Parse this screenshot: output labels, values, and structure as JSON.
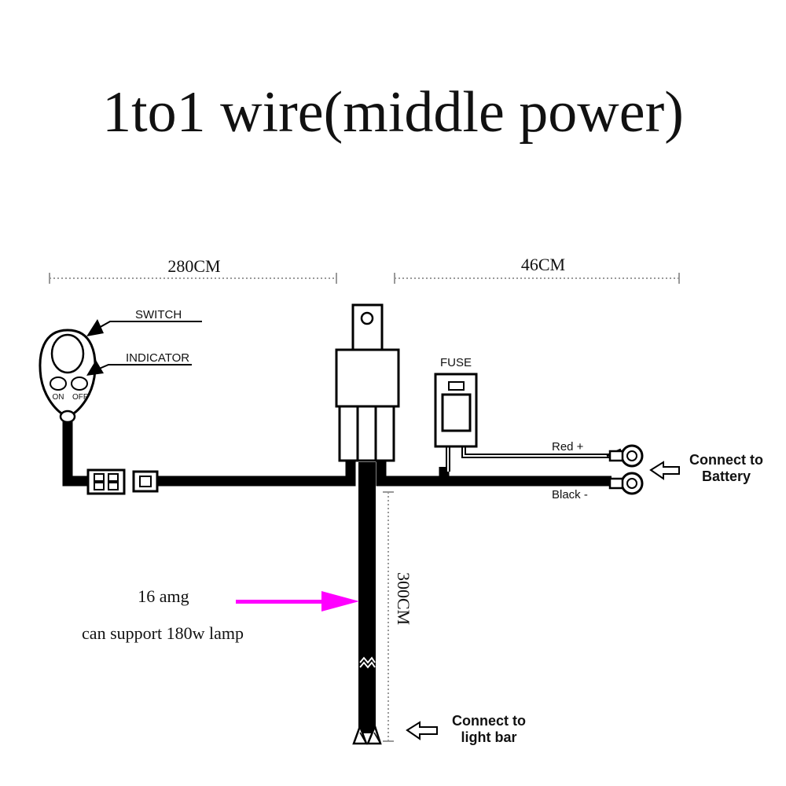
{
  "title": "1to1 wire(middle power)",
  "dimensions": {
    "left_length": "280CM",
    "right_length": "46CM",
    "vertical_length": "300CM"
  },
  "labels": {
    "switch": "SWITCH",
    "indicator": "INDICATOR",
    "on": "ON",
    "off": "OFF",
    "fuse": "FUSE",
    "red": "Red +",
    "black": "Black -"
  },
  "battery": {
    "line1": "Connect to",
    "line2": "Battery"
  },
  "light_bar": {
    "line1": "Connect to",
    "line2": "light bar"
  },
  "notes": {
    "gauge": "16 amg",
    "support": "can support  180w lamp"
  },
  "colors": {
    "wire": "#000000",
    "arrow_accent": "#ff00ff",
    "dimension": "#9a9a9a"
  }
}
